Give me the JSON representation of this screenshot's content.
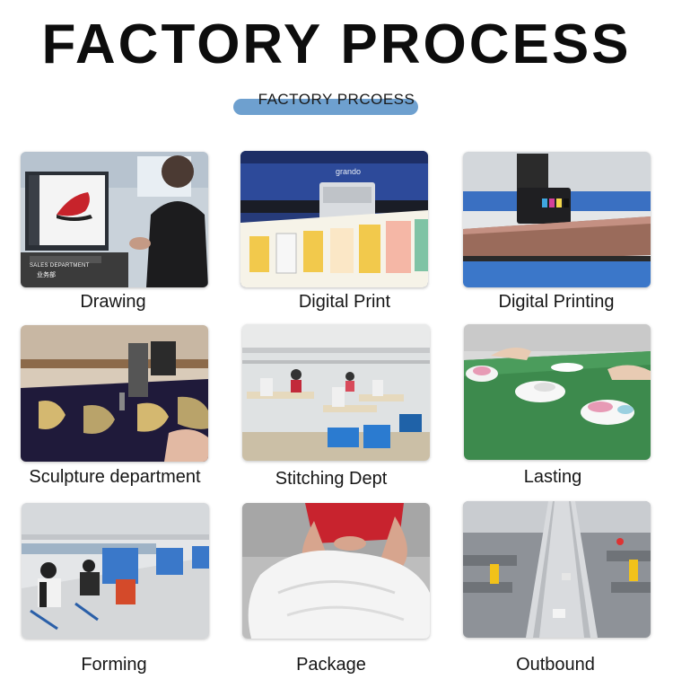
{
  "header": {
    "title": "FACTORY PROCESS",
    "subtitle": "FACTORY PRCOESS"
  },
  "tiles": [
    {
      "caption": "Drawing",
      "overlay_line1": "SALES DEPARTMENT",
      "overlay_line2": "业务部"
    },
    {
      "caption": "Digital Print",
      "machine_brand": "grando"
    },
    {
      "caption": "Digital Printing"
    },
    {
      "caption": "Sculpture department"
    },
    {
      "caption": "Stitching Dept"
    },
    {
      "caption": "Lasting"
    },
    {
      "caption": "Forming"
    },
    {
      "caption": "Package"
    },
    {
      "caption": "Outbound"
    }
  ],
  "colors": {
    "pill": "#6ea0cf",
    "title": "#0d0d0d"
  }
}
